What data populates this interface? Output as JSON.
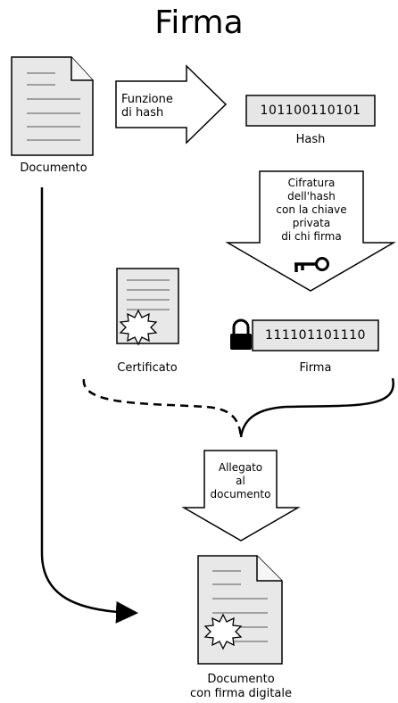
{
  "title": "Firma",
  "document_label": "Documento",
  "hash_function_label": [
    "Funzione",
    "di hash"
  ],
  "hash_value": "101100110101",
  "hash_label": "Hash",
  "encryption_label": [
    "Cifratura",
    "dell'hash",
    "con la chiave",
    "privata",
    "di chi firma"
  ],
  "certificate_label": "Certificato",
  "signature_value": "111101101110",
  "signature_label": "Firma",
  "attached_label": [
    "Allegato",
    "al",
    "documento"
  ],
  "signed_document_label": [
    "Documento",
    "con firma digitale"
  ],
  "icons": [
    "document-icon",
    "key-icon",
    "lock-icon",
    "certificate-icon",
    "seal-icon",
    "signed-document-icon"
  ],
  "colors": {
    "paper": "#e8e8e8",
    "outline": "#000000",
    "box": "#e6e6e6"
  }
}
